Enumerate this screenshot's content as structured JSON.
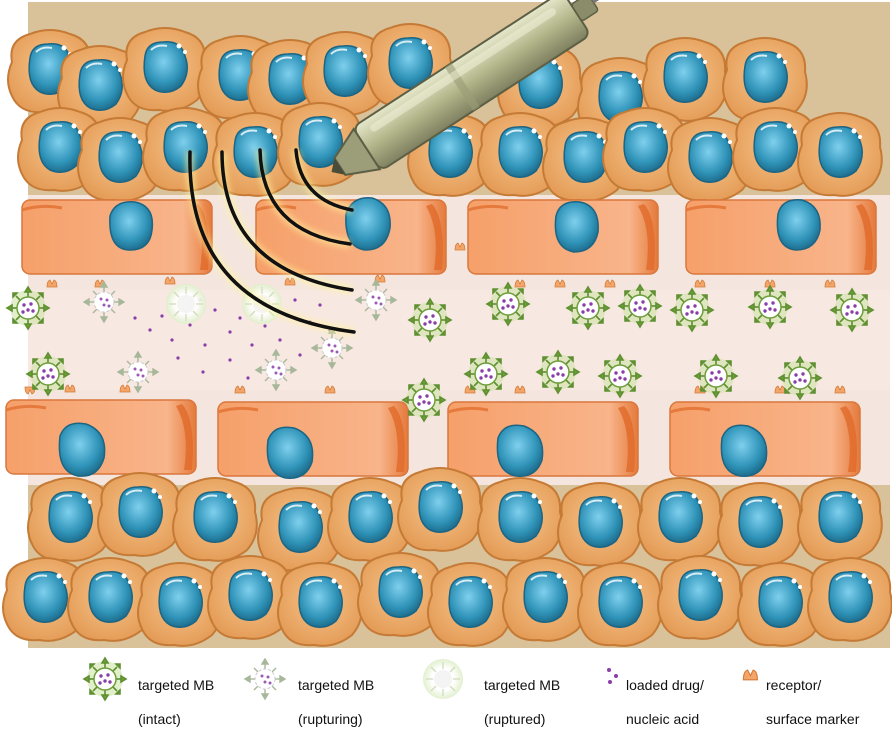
{
  "legend": {
    "mb_intact": {
      "line1": "targeted MB",
      "line2": "(intact)"
    },
    "mb_rupturing": {
      "line1": "targeted MB",
      "line2": "(rupturing)"
    },
    "mb_ruptured": {
      "line1": "targeted MB",
      "line2": "(ruptured)"
    },
    "drug": {
      "line1": "loaded drug/",
      "line2": "nucleic acid"
    },
    "receptor": {
      "line1": "receptor/",
      "line2": "surface marker"
    }
  },
  "colors": {
    "tissue_bg": "#d9c29a",
    "vessel_bg": "#f6e3da",
    "cell_orange": "#e9a060",
    "cell_edge": "#c9742e",
    "nucleus": "#2f93b8",
    "endothelial": "#f2965e",
    "mb_intact": "#7bb044",
    "drug": "#8a3ea8",
    "transducer": "#b7b98f"
  },
  "icons": [
    "transducer-icon",
    "ultrasound-wave-icon",
    "microbubble-icon",
    "receptor-icon",
    "drug-particle-icon"
  ]
}
